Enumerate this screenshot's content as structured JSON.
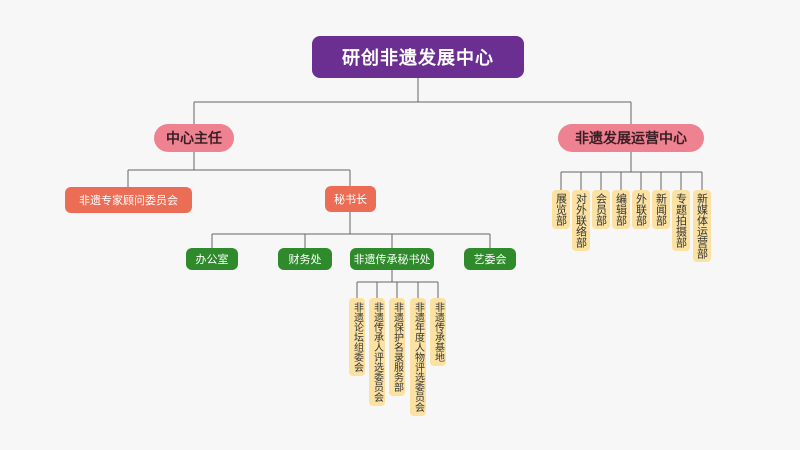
{
  "org": {
    "root": "研创非遗发展中心",
    "director": "中心主任",
    "ops_center": "非遗发展运营中心",
    "expert_committee": "非遗专家顾问委员会",
    "secretary_general": "秘书长",
    "office": "办公室",
    "finance": "财务处",
    "secretariat": "非遗传承秘书处",
    "arts_committee": "艺委会",
    "secretariat_units": [
      "非遗论坛组委会",
      "非遗传承人评选委员会",
      "非遗保护名录服务部",
      "非遗年度人物评选委员会",
      "非遗传承基地"
    ],
    "ops_departments": [
      "展览部",
      "对外联络部",
      "会员部",
      "编辑部",
      "外联部",
      "新闻部",
      "专题拍摄部",
      "新媒体运营部"
    ]
  },
  "colors": {
    "root": "#6a2f91",
    "level1": "#ee8291",
    "committee": "#ec6d55",
    "green": "#2e8a2a",
    "leaf": "#fbe2a2",
    "line": "#666666"
  }
}
